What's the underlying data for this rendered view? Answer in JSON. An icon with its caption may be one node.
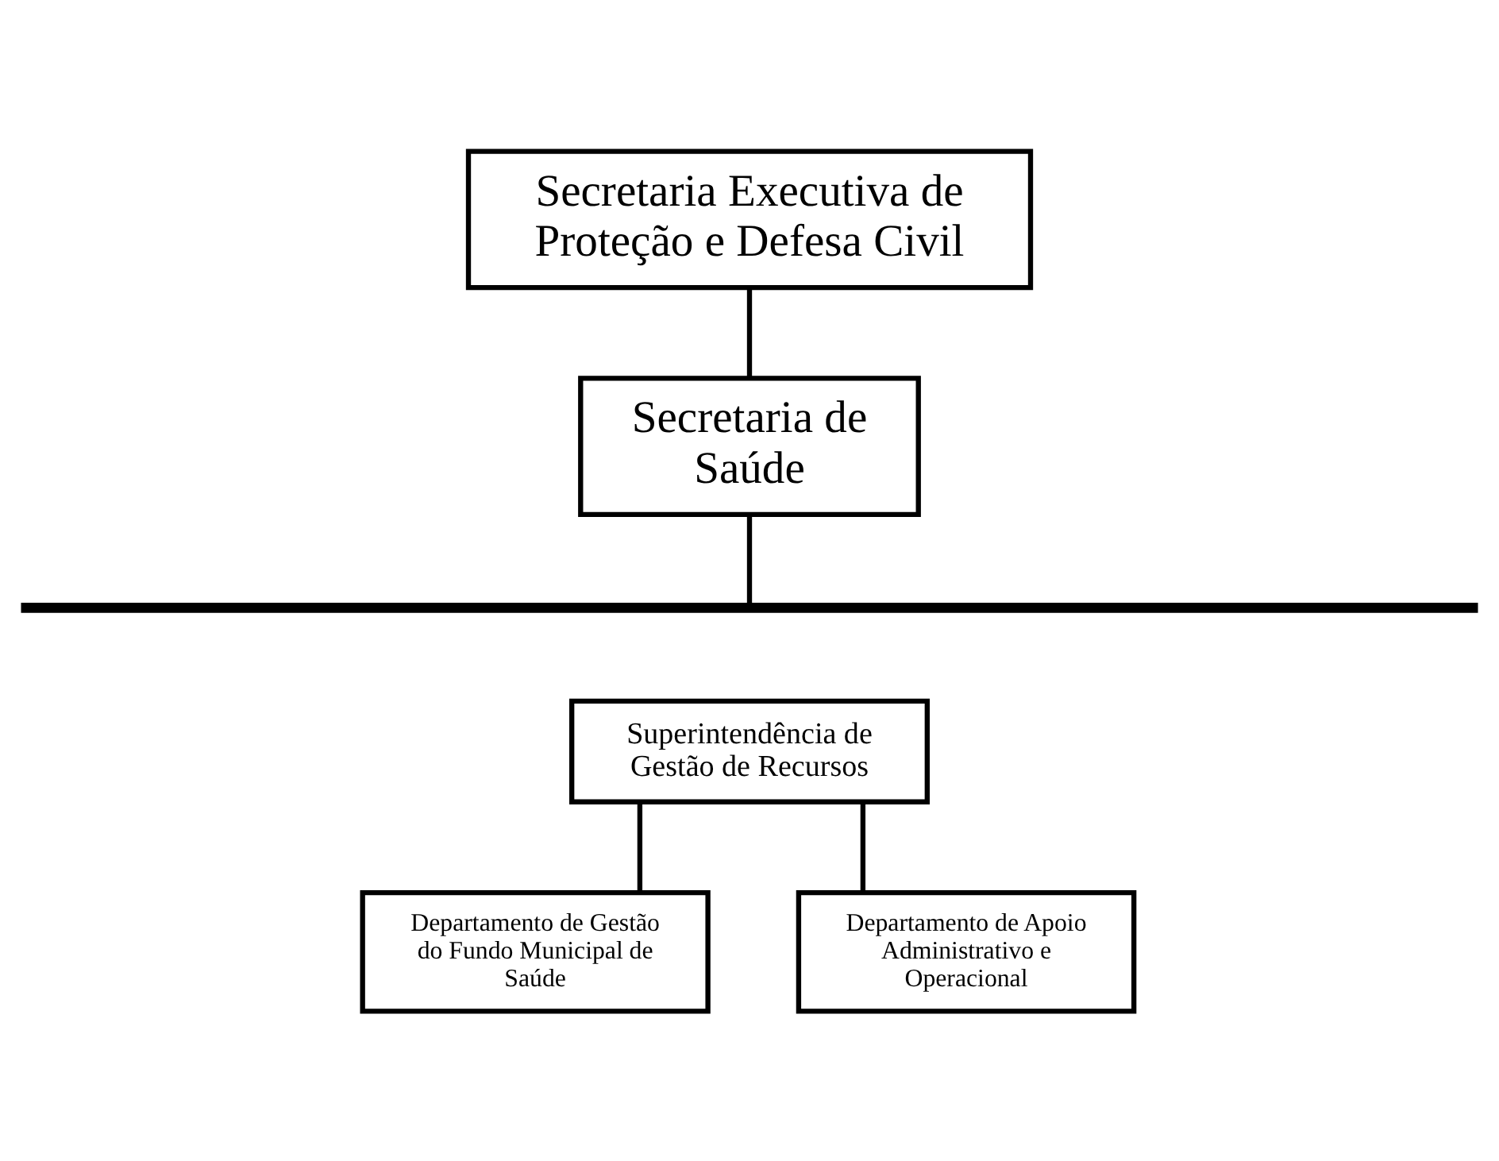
{
  "diagram": {
    "nodes": [
      {
        "text": [
          "Secretaria Executiva de Proteção e Defesa Civil"
        ]
      },
      {
        "text": [
          "Secretaria de Saúde"
        ]
      },
      {
        "text": [],
        "shape": "bar"
      },
      {
        "text": [
          "Superintendência de Gestão de Recursos"
        ]
      },
      {
        "text": [
          "Departamento de Gestão do Fundo Municipal de Saúde"
        ]
      },
      {
        "text": [
          "Departamento de Apoio Administrativo e Operacional"
        ]
      }
    ],
    "edges": [
      {
        "from": 0,
        "to": 1,
        "arrow": "none"
      },
      {
        "from": 1,
        "to": 2,
        "arrow": "none"
      },
      {
        "from": 3,
        "to": 4,
        "arrow": "none"
      },
      {
        "from": 3,
        "to": 5,
        "arrow": "none"
      }
    ]
  }
}
